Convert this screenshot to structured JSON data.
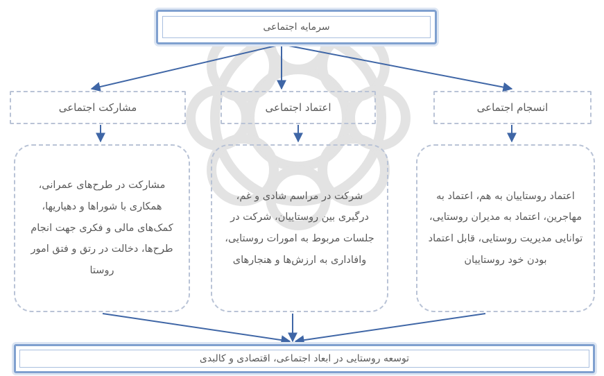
{
  "diagram": {
    "root": "سرمایه اجتماعی",
    "dimensions": [
      {
        "label": "انسجام اجتماعی",
        "detail": "اعتماد روستاییان به هم، اعتماد به مهاجرین، اعتماد به مدیران روستایی، توانایی مدیریت روستایی، قابل اعتماد بودن خود روستاییان"
      },
      {
        "label": "اعتماد اجتماعی",
        "detail": "شرکت در مراسم شادی و غم، درگیری بین روستاییان، شرکت در جلسات مربوط به امورات روستایی، وافاداری به ارزش‌ها و هنجارهای"
      },
      {
        "label": "مشارکت اجتماعی",
        "detail": "مشارکت در طرح‌های عمرانی، همکاری با شوراها و دهیاریها، کمک‌های مالی و فکری جهت انجام طرح‌ها، دخالت در رتق و فتق امور روستا"
      }
    ],
    "outcome": "توسعه روستایی در ابعاد اجتماعی، اقتصادی و کالبدی"
  },
  "colors": {
    "arrow": "#3f66a6",
    "solid_border": "#7fa0cf",
    "dashed_border": "#b9c3d6",
    "text": "#5a5a5a"
  }
}
